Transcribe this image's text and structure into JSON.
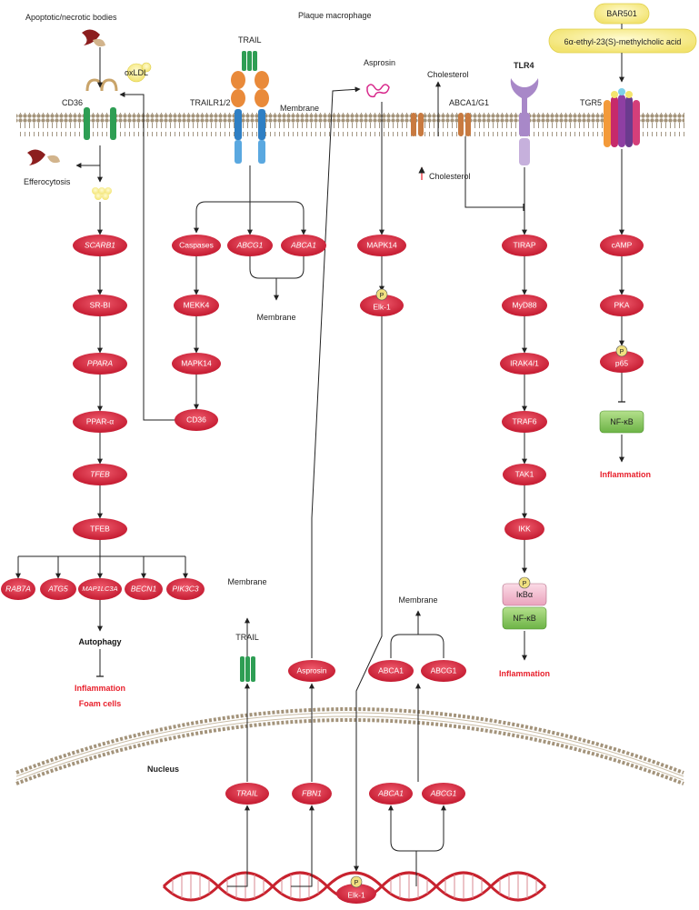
{
  "labels": {
    "apoptotic": "Apoptotic/necrotic bodies",
    "plaque": "Plaque macrophage",
    "oxldl": "oxLDL",
    "cd36_top": "CD36",
    "efferocytosis": "Efferocytosis",
    "trail_top": "TRAIL",
    "trailr": "TRAILR1/2",
    "membrane_top": "Membrane",
    "asprosin_top": "Asprosin",
    "cholesterol_top": "Cholesterol",
    "abca1g1": "ABCA1/G1",
    "cholesterol_bottom": "Cholesterol",
    "tlr4": "TLR4",
    "tgr5": "TGR5",
    "bar501": "BAR501",
    "methylcholic": "6α-ethyl-23(S)-methylcholic acid",
    "membrane_mid": "Membrane",
    "autophagy": "Autophagy",
    "inflammation_left": "Inflammation",
    "foam_cells": "Foam cells",
    "membrane_trail": "Membrane",
    "trail_bottom": "TRAIL",
    "membrane_abc": "Membrane",
    "inflammation_tlr": "Inflammation",
    "inflammation_tgr": "Inflammation",
    "nucleus": "Nucleus",
    "p": "P"
  },
  "nodes": {
    "scarb1": "SCARB1",
    "srbi": "SR-BI",
    "ppara_gene": "PPARA",
    "ppara_prot": "PPAR-α",
    "tfeb_gene": "TFEB",
    "tfeb_prot": "TFEB",
    "rab7a": "RAB7A",
    "atg5": "ATG5",
    "map1lc3a": "MAP1LC3A",
    "becn1": "BECN1",
    "pik3c3": "PIK3C3",
    "caspases": "Caspases",
    "mekk4": "MEKK4",
    "mapk14_left": "MAPK14",
    "cd36_node": "CD36",
    "abcg1_top": "ABCG1",
    "abca1_top": "ABCA1",
    "mapk14_right": "MAPK14",
    "elk1_top": "Elk-1",
    "tirap": "TIRAP",
    "myd88": "MyD88",
    "irak": "IRAK4/1",
    "traf6": "TRAF6",
    "tak1": "TAK1",
    "ikk": "IKK",
    "ikba": "IκBα",
    "nfkb_tlr": "NF-κB",
    "camp": "cAMP",
    "pka": "PKA",
    "p65": "p65",
    "nfkb_tgr": "NF-κB",
    "asprosin_prot": "Asprosin",
    "abca1_prot": "ABCA1",
    "abcg1_prot": "ABCG1",
    "trail_gene": "TRAIL",
    "fbn1": "FBN1",
    "abca1_gene": "ABCA1",
    "abcg1_gene": "ABCG1",
    "elk1_dna": "Elk-1"
  },
  "colors": {
    "node_red": "#d7263d",
    "node_green": "#7cc35a",
    "node_pink": "#f2b6c9",
    "label_red": "#e8202c",
    "membrane": "#8a7a62",
    "dna": "#c8222e",
    "receptor_green": "#2e9e54",
    "receptor_orange": "#e98a3a",
    "receptor_blue": "#2f7fc4",
    "receptor_purple": "#a888c8",
    "ligand_yellow": "#f4e56e"
  }
}
